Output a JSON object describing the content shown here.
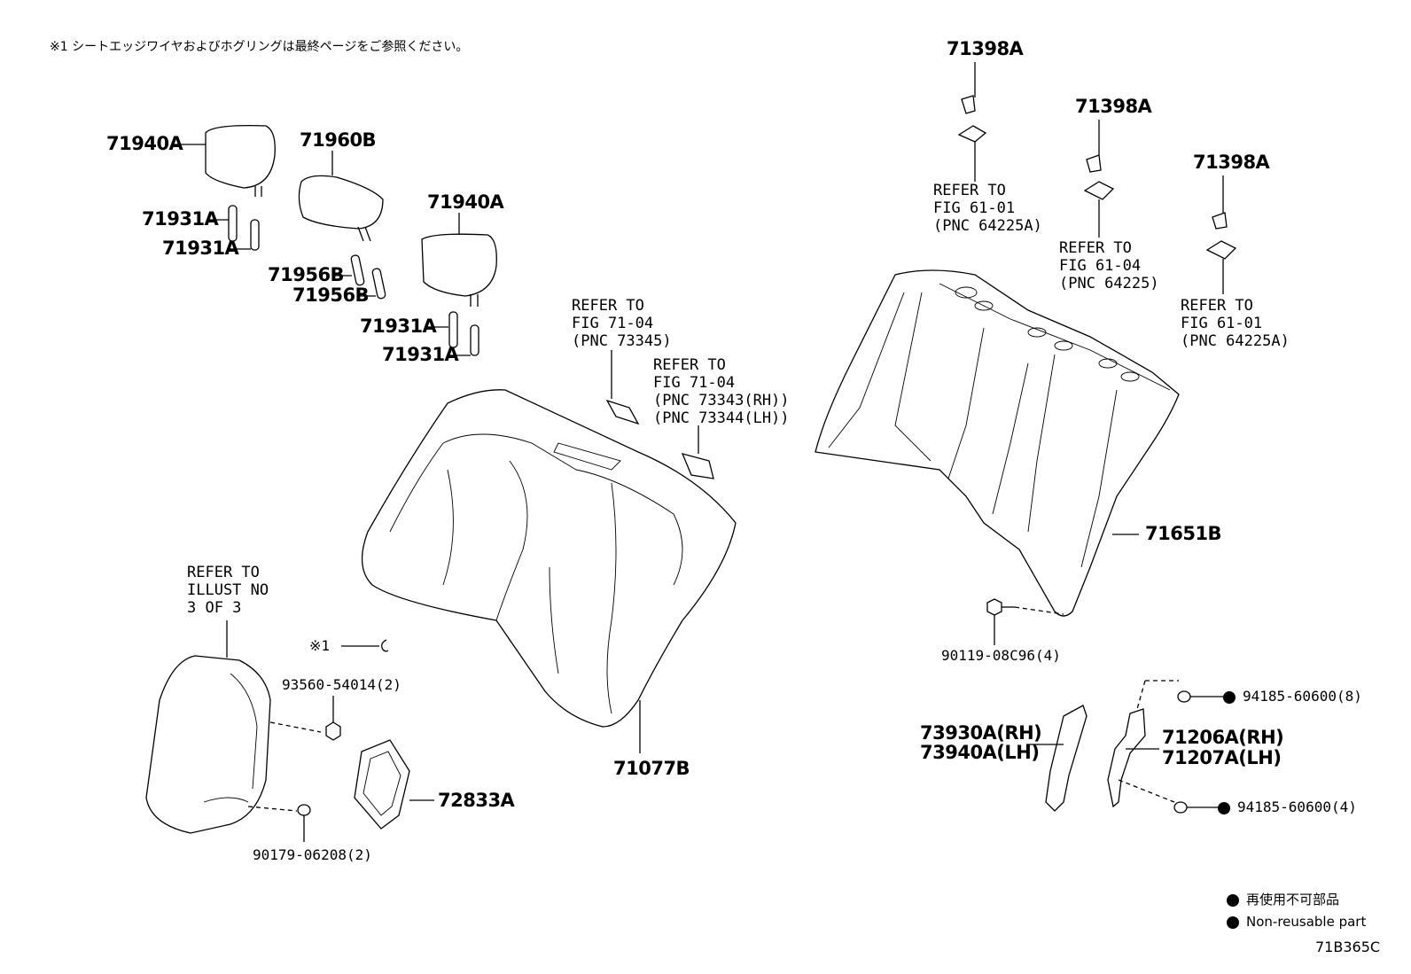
{
  "header_note": "※1 シートエッジワイヤおよびホグリングは最終ページをご参照ください。",
  "figure_code": "71B365C",
  "part_labels": {
    "headrest_left": "71940A",
    "headrest_center": "71960B",
    "headrest_right": "71940A",
    "support_l1": "71931A",
    "support_l2": "71931A",
    "support_c1": "71956B",
    "support_c2": "71956B",
    "support_r1": "71931A",
    "support_r2": "71931A",
    "bracket_top": "71398A",
    "bracket_mid": "71398A",
    "bracket_right": "71398A",
    "seatback_frame": "71651B",
    "seatback_cover": "71077B",
    "armrest_bezel": "72833A",
    "bolt": "90119-08C96(4)",
    "clip_armrest": "93560-54014(2)",
    "nut_armrest": "90179-06208(2)",
    "striker_cover_rh": "73930A(RH)",
    "striker_cover_lh": "73940A(LH)",
    "hinge_rh": "71206A(RH)",
    "hinge_lh": "71207A(LH)",
    "nut_upper": "94185-60600(8)",
    "nut_lower": "94185-60600(4)",
    "wire_ref": "※1"
  },
  "refer_notes": {
    "fig_61_01_a": "REFER TO\nFIG 61-01\n(PNC 64225A)",
    "fig_61_04": "REFER TO\nFIG 61-04\n(PNC 64225)",
    "fig_61_01_b": "REFER TO\nFIG 61-01\n(PNC 64225A)",
    "fig_71_04_a": "REFER TO\nFIG 71-04\n(PNC 73345)",
    "fig_71_04_b": "REFER TO\nFIG 71-04\n(PNC 73343(RH))\n(PNC 73344(LH))",
    "illust": "REFER TO\nILLUST NO\n3 OF 3"
  },
  "legend": {
    "jp": "再使用不可部品",
    "en": "Non-reusable part"
  }
}
